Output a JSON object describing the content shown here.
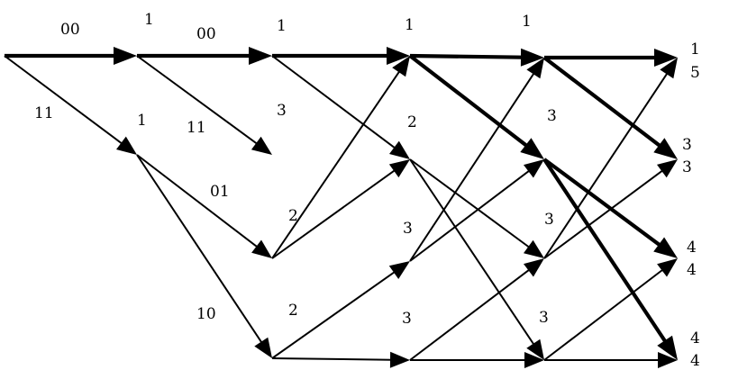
{
  "edges": [
    {
      "id": "e-n0-n1",
      "from": "n0",
      "to": "n1",
      "heavy": true
    },
    {
      "id": "e-n0-n2",
      "from": "n0",
      "to": "n2",
      "heavy": false
    },
    {
      "id": "e-n1-n3",
      "from": "n1",
      "to": "n3",
      "heavy": true
    },
    {
      "id": "e-n1-n4",
      "from": "n1",
      "to": "n4",
      "heavy": false
    },
    {
      "id": "e-n2-n5",
      "from": "n2",
      "to": "n5",
      "heavy": false
    },
    {
      "id": "e-n2-n6",
      "from": "n2",
      "to": "n6",
      "heavy": false
    },
    {
      "id": "e-n3-n7",
      "from": "n3",
      "to": "n7",
      "heavy": true
    },
    {
      "id": "e-n3-n8",
      "from": "n3",
      "to": "n8",
      "heavy": false
    },
    {
      "id": "e-n5-n7",
      "from": "n5",
      "to": "n7",
      "heavy": false
    },
    {
      "id": "e-n5-n8",
      "from": "n5",
      "to": "n8",
      "heavy": false
    },
    {
      "id": "e-n6-n9",
      "from": "n6",
      "to": "n9",
      "heavy": false
    },
    {
      "id": "e-n6-n10",
      "from": "n6",
      "to": "n10",
      "heavy": false
    },
    {
      "id": "e-n7-n11",
      "from": "n7",
      "to": "n11",
      "heavy": true
    },
    {
      "id": "e-n7-n12",
      "from": "n7",
      "to": "n12",
      "heavy": true
    },
    {
      "id": "e-n8-n13",
      "from": "n8",
      "to": "n13",
      "heavy": false
    },
    {
      "id": "e-n8-n14",
      "from": "n8",
      "to": "n14",
      "heavy": false
    },
    {
      "id": "e-n9-n11",
      "from": "n9",
      "to": "n11",
      "heavy": false
    },
    {
      "id": "e-n9-n12",
      "from": "n9",
      "to": "n12",
      "heavy": false
    },
    {
      "id": "e-n10-n13",
      "from": "n10",
      "to": "n13",
      "heavy": false
    },
    {
      "id": "e-n10-n14",
      "from": "n10",
      "to": "n14",
      "heavy": false
    },
    {
      "id": "e-n11-n15",
      "from": "n11",
      "to": "n15",
      "heavy": true
    },
    {
      "id": "e-n11-n16",
      "from": "n11",
      "to": "n16",
      "heavy": true
    },
    {
      "id": "e-n12-n17",
      "from": "n12",
      "to": "n17",
      "heavy": true
    },
    {
      "id": "e-n12-n18",
      "from": "n12",
      "to": "n18",
      "heavy": true
    },
    {
      "id": "e-n13-n15",
      "from": "n13",
      "to": "n15",
      "heavy": false
    },
    {
      "id": "e-n13-n16",
      "from": "n13",
      "to": "n16",
      "heavy": false
    },
    {
      "id": "e-n14-n17",
      "from": "n14",
      "to": "n17",
      "heavy": false
    },
    {
      "id": "e-n14-n18",
      "from": "n14",
      "to": "n18",
      "heavy": false
    }
  ],
  "labels": [
    {
      "id": "edge-label-00-a",
      "text": "00"
    },
    {
      "id": "edge-label-11-a",
      "text": "11"
    },
    {
      "id": "edge-label-00-b",
      "text": "00"
    },
    {
      "id": "edge-label-11-b",
      "text": "11"
    },
    {
      "id": "edge-label-01",
      "text": "01"
    },
    {
      "id": "edge-label-10",
      "text": "10"
    },
    {
      "id": "metric-s1-top",
      "text": "1"
    },
    {
      "id": "metric-s1-mid",
      "text": "1"
    },
    {
      "id": "metric-s2-top",
      "text": "1"
    },
    {
      "id": "metric-s2-r1",
      "text": "3"
    },
    {
      "id": "metric-s2-r2",
      "text": "2"
    },
    {
      "id": "metric-s2-r3",
      "text": "2"
    },
    {
      "id": "metric-s3-top",
      "text": "1"
    },
    {
      "id": "metric-s3-r1",
      "text": "2"
    },
    {
      "id": "metric-s3-r2",
      "text": "3"
    },
    {
      "id": "metric-s3-r3",
      "text": "3"
    },
    {
      "id": "metric-s4-top",
      "text": "1"
    },
    {
      "id": "metric-s4-r1",
      "text": "3"
    },
    {
      "id": "metric-s4-r2",
      "text": "3"
    },
    {
      "id": "metric-s4-r3",
      "text": "3"
    },
    {
      "id": "metric-final-1a",
      "text": "1"
    },
    {
      "id": "metric-final-1b",
      "text": "5"
    },
    {
      "id": "metric-final-2a",
      "text": "3"
    },
    {
      "id": "metric-final-2b",
      "text": "3"
    },
    {
      "id": "metric-final-3a",
      "text": "4"
    },
    {
      "id": "metric-final-3b",
      "text": "4"
    },
    {
      "id": "metric-final-4a",
      "text": "4"
    },
    {
      "id": "metric-final-4b",
      "text": "4"
    }
  ]
}
